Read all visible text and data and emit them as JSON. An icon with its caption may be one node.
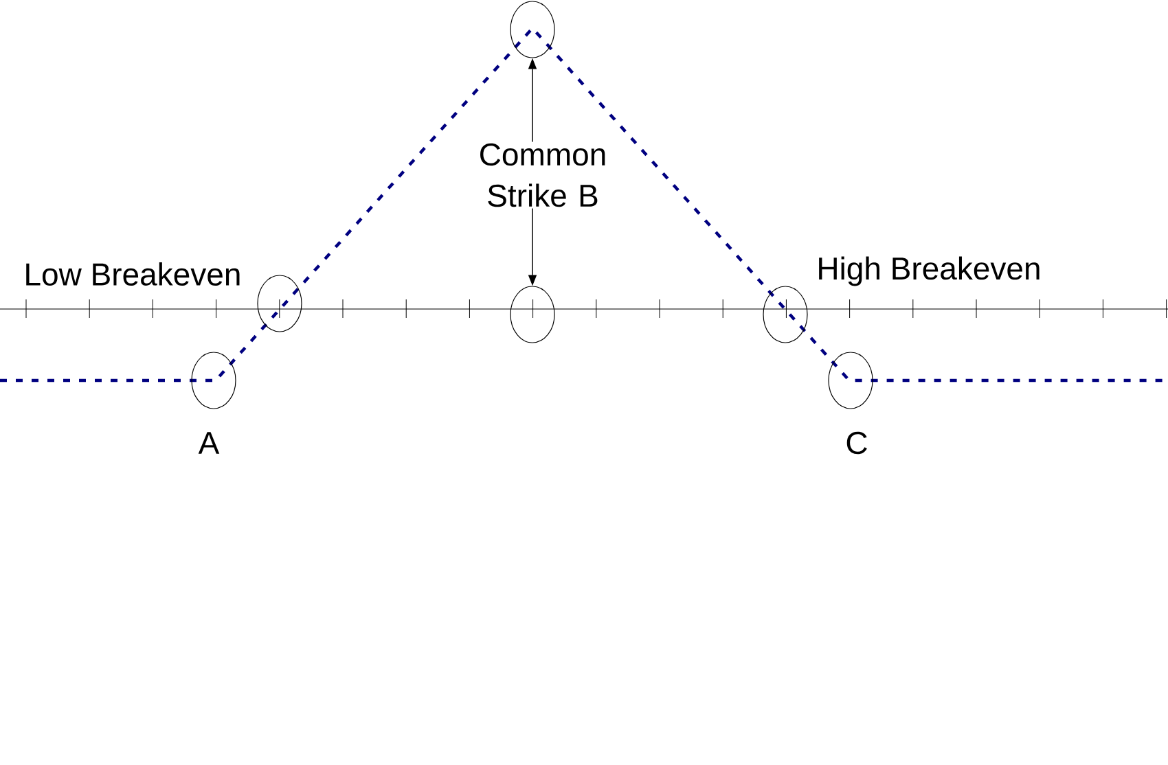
{
  "diagram": {
    "nodes": [
      {
        "text": [],
        "shape": "circle"
      },
      {
        "text": [
          "Common Strike B"
        ]
      },
      {
        "text": [],
        "shape": "circle"
      },
      {
        "text": [],
        "shape": "circle"
      },
      {
        "text": [],
        "shape": "circle"
      },
      {
        "text": [],
        "shape": "circle"
      },
      {
        "text": [],
        "shape": "circle"
      }
    ],
    "edges": [
      {
        "from": 1,
        "to": 0,
        "arrow": "to"
      },
      {
        "from": 1,
        "to": 3,
        "arrow": "to"
      }
    ],
    "labels": [
      "Low Breakeven",
      "High Breakeven",
      "A",
      "C"
    ]
  }
}
